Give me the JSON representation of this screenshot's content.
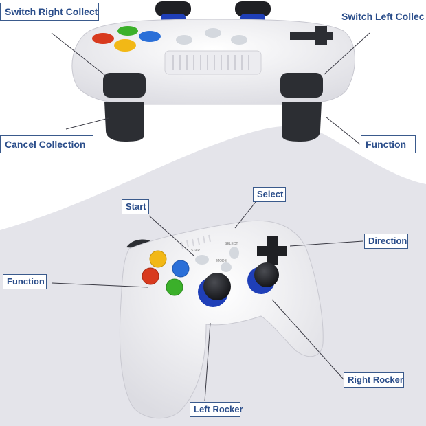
{
  "callouts": {
    "switch_right_collect": "Switch Right Collect",
    "switch_left_collect": "Switch Left Collec",
    "cancel_collection": "Cancel Collection",
    "function_top": "Function",
    "start": "Start",
    "select": "Select",
    "direction": "Direction",
    "function_bottom": "Function",
    "right_rocker": "Right Rocker",
    "left_rocker": "Left Rocker"
  },
  "controller_labels": {
    "start": "START",
    "mode": "MODE",
    "select": "SELECT"
  },
  "colors": {
    "callout_text": "#2a4d8a",
    "callout_border": "#3a5a8c",
    "backdrop": "#e4e4ea",
    "controller_body": "#f6f6f8",
    "trigger": "#2c2e33",
    "stick_blue": "#1f3fb8",
    "button_red": "#d83a1e",
    "button_green": "#3bb02a",
    "button_yellow": "#f2b816",
    "button_blue": "#2a6fd8"
  }
}
